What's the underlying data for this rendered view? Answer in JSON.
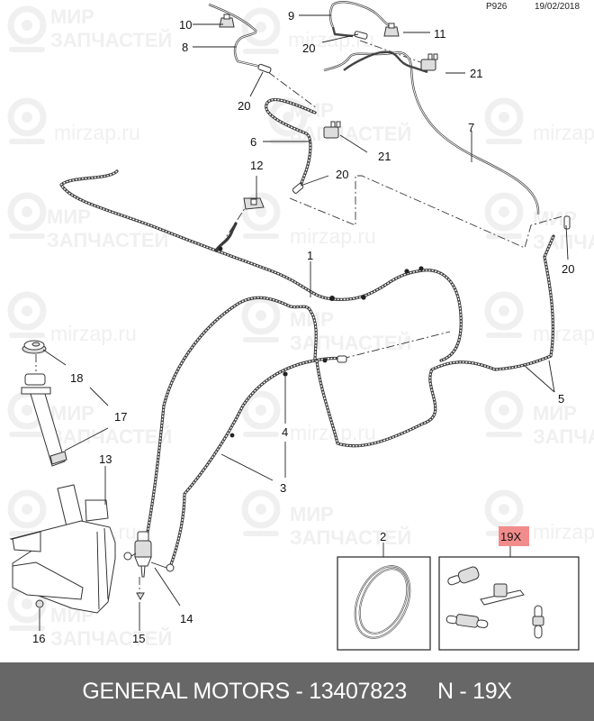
{
  "header": {
    "page_code": "P926",
    "date": "19/02/2018"
  },
  "watermark": {
    "line1": "МИР",
    "line2": "ЗАПЧАСТЕЙ",
    "url": "mirzap.ru"
  },
  "callouts": {
    "c1": "1",
    "c2": "2",
    "c3": "3",
    "c4": "4",
    "c5": "5",
    "c6": "6",
    "c7": "7",
    "c8": "8",
    "c9": "9",
    "c10": "10",
    "c11": "11",
    "c12": "12",
    "c13": "13",
    "c14": "14",
    "c15": "15",
    "c16": "16",
    "c17": "17",
    "c18": "18",
    "c20a": "20",
    "c20b": "20",
    "c20c": "20",
    "c20d": "20",
    "c21a": "21",
    "c21b": "21",
    "c19x": "19X"
  },
  "highlight": {
    "callout": "19X",
    "color": "#f28c8c"
  },
  "footer": {
    "brand_part": "GENERAL MOTORS - 13407823",
    "ref": "N - 19X",
    "background": "#676767"
  }
}
